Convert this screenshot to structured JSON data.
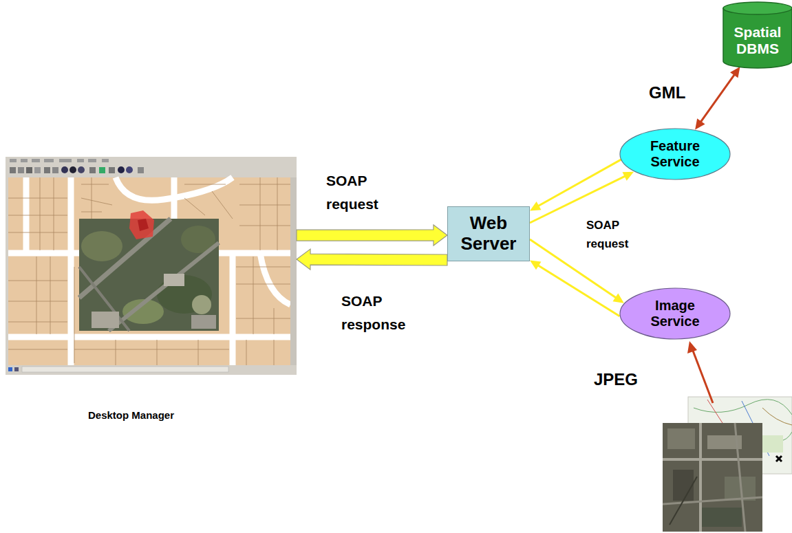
{
  "diagram": {
    "nodes": [
      {
        "text": [
          "Desktop Manager"
        ]
      },
      {
        "text": [
          "Web Server"
        ]
      },
      {
        "text": [
          "Spatial DBMS"
        ]
      },
      {
        "text": [
          "Feature Service"
        ]
      },
      {
        "text": [
          "Image Service"
        ]
      }
    ],
    "edges": [
      {
        "from": 0,
        "to": 1,
        "arrow": "to",
        "label": "SOAP request"
      },
      {
        "from": 1,
        "to": 0,
        "arrow": "to",
        "label": "SOAP response"
      },
      {
        "from": 3,
        "to": 1,
        "arrow": "to"
      },
      {
        "from": 1,
        "to": 3,
        "arrow": "to",
        "label": "SOAP request"
      },
      {
        "from": 4,
        "to": 1,
        "arrow": "to"
      },
      {
        "from": 1,
        "to": 4,
        "arrow": "to"
      },
      {
        "from": 3,
        "to": 2,
        "arrow": "both",
        "label": "GML"
      }
    ],
    "labels": [
      "JPEG"
    ]
  }
}
